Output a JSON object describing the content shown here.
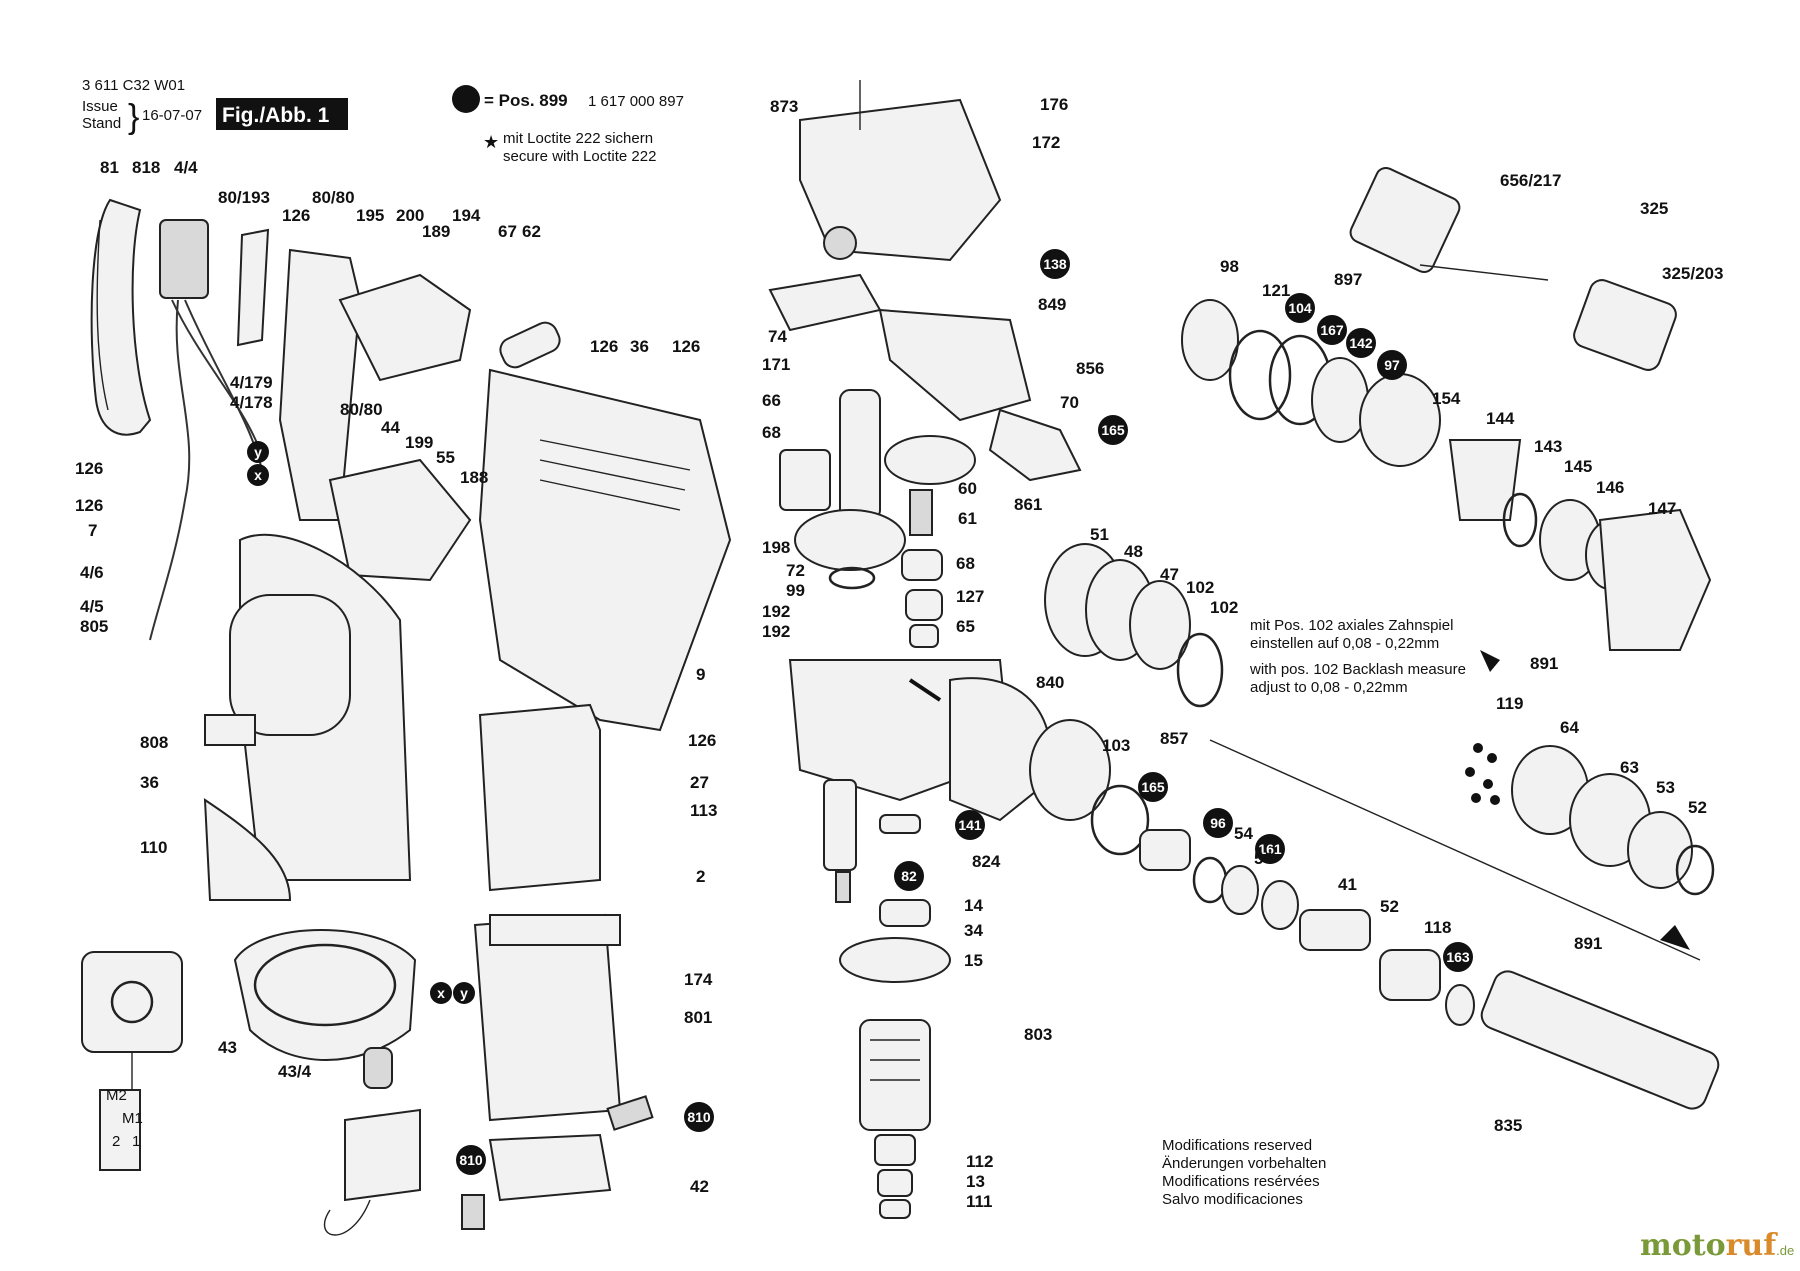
{
  "header": {
    "drawing_number": "3 611 C32 W01",
    "issue_label": "Issue",
    "stand_label": "Stand",
    "issue_date": "16-07-07",
    "figure_label": "Fig./Abb. 1"
  },
  "legend": {
    "pos_text": "= Pos. 899",
    "pos_number": "1 617 000 897",
    "loctite_de": "mit Loctite 222 sichern",
    "loctite_en": "secure with Loctite 222"
  },
  "backlash_note": {
    "de_1": "mit Pos. 102 axiales Zahnspiel",
    "de_2": "einstellen auf 0,08 - 0,22mm",
    "en_1": "with pos. 102 Backlash measure",
    "en_2": "adjust to 0,08 - 0,22mm"
  },
  "modifications": {
    "en": "Modifications reserved",
    "de": "Änderungen vorbehalten",
    "fr": "Modifications resérvées",
    "it": "Salvo modificaciones"
  },
  "wiring_labels": [
    "M2",
    "M1",
    "2",
    "1"
  ],
  "xy_markers": [
    "y",
    "x",
    "x",
    "y"
  ],
  "part_labels": [
    "81",
    "818",
    "4/4",
    "80/193",
    "126",
    "80/80",
    "195",
    "200",
    "194",
    "189",
    "67",
    "62",
    "126",
    "36",
    "126",
    "4/179",
    "4/178",
    "80/80",
    "44",
    "199",
    "55",
    "188",
    "126",
    "126",
    "7",
    "4/6",
    "4/5",
    "805",
    "9",
    "126",
    "808",
    "36",
    "110",
    "27",
    "113",
    "2",
    "43",
    "43/4",
    "174",
    "801",
    "42",
    "873",
    "176",
    "172",
    "849",
    "74",
    "171",
    "66",
    "68",
    "70",
    "856",
    "198",
    "60",
    "61",
    "861",
    "72",
    "99",
    "68",
    "192",
    "192",
    "127",
    "65",
    "840",
    "824",
    "14",
    "34",
    "15",
    "803",
    "112",
    "13",
    "111",
    "656/217",
    "325",
    "325/203",
    "98",
    "121",
    "897",
    "154",
    "144",
    "143",
    "145",
    "146",
    "147",
    "51",
    "48",
    "47",
    "102",
    "102",
    "891",
    "119",
    "64",
    "63",
    "53",
    "52",
    "103",
    "857",
    "54",
    "54",
    "41",
    "52",
    "118",
    "891",
    "835"
  ],
  "circle_badges": [
    "138",
    "165",
    "104",
    "167",
    "142",
    "97",
    "165",
    "96",
    "161",
    "163",
    "141",
    "82",
    "810",
    "810"
  ],
  "watermark": {
    "part1": "moto",
    "part2": "ruf",
    "suffix": ".de"
  }
}
